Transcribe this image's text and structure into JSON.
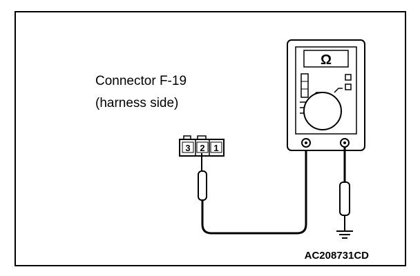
{
  "connector": {
    "label_line1": "Connector F-19",
    "label_line2": "(harness side)",
    "pins": [
      "3",
      "2",
      "1"
    ]
  },
  "meter": {
    "display_symbol": "Ω"
  },
  "figure_code": "AC208731CD"
}
